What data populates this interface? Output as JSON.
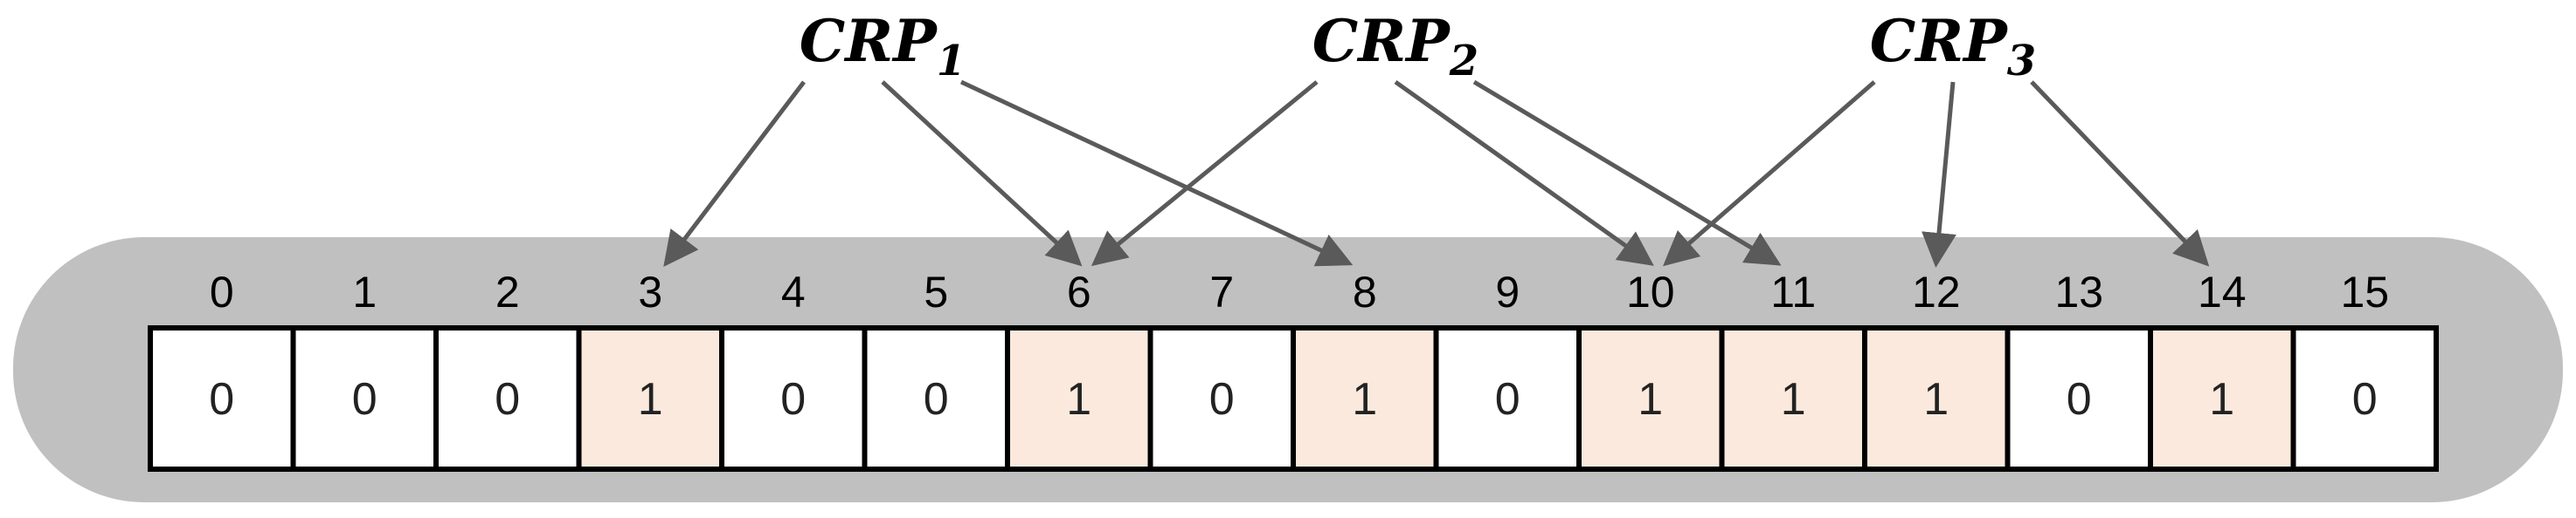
{
  "crps": [
    {
      "base": "CRP",
      "sub": "1",
      "targets": [
        3,
        6,
        8
      ]
    },
    {
      "base": "CRP",
      "sub": "2",
      "targets": [
        6,
        10,
        11
      ]
    },
    {
      "base": "CRP",
      "sub": "3",
      "targets": [
        10,
        12,
        14
      ]
    }
  ],
  "cells": [
    {
      "index": "0",
      "value": "0"
    },
    {
      "index": "1",
      "value": "0"
    },
    {
      "index": "2",
      "value": "0"
    },
    {
      "index": "3",
      "value": "1"
    },
    {
      "index": "4",
      "value": "0"
    },
    {
      "index": "5",
      "value": "0"
    },
    {
      "index": "6",
      "value": "1"
    },
    {
      "index": "7",
      "value": "0"
    },
    {
      "index": "8",
      "value": "1"
    },
    {
      "index": "9",
      "value": "0"
    },
    {
      "index": "10",
      "value": "1"
    },
    {
      "index": "11",
      "value": "1"
    },
    {
      "index": "12",
      "value": "1"
    },
    {
      "index": "13",
      "value": "0"
    },
    {
      "index": "14",
      "value": "1"
    },
    {
      "index": "15",
      "value": "0"
    }
  ],
  "colors": {
    "container": "#c0c0c0",
    "set_cell": "#fbe9dd",
    "clear_cell": "#ffffff",
    "arrow": "#5a5a5a",
    "cell_border": "#000000"
  }
}
